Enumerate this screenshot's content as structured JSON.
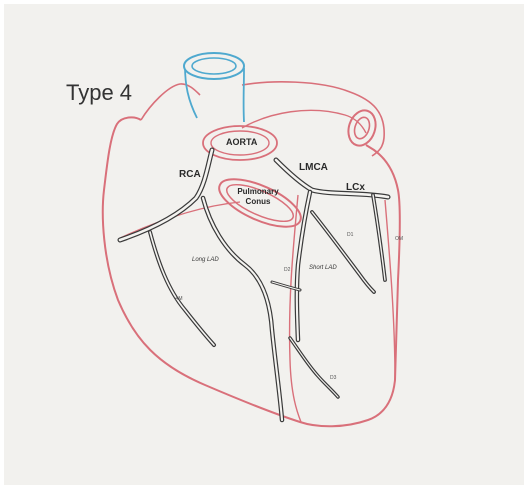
{
  "diagram": {
    "title": "Type 4",
    "labels": {
      "aorta": "AORTA",
      "rca": "RCA",
      "lmca": "LMCA",
      "lcx": "LCx",
      "pulmonary": "Pulmonary",
      "conus": "Conus",
      "long_lad": "Long LAD",
      "short_lad": "Short LAD",
      "am": "AM",
      "d1": "D1",
      "om": "OM",
      "d2": "D2",
      "d3": "D3"
    },
    "colors": {
      "paper": "#f2f1ee",
      "heart_outline": "#d9707a",
      "aorta_blue": "#4fa9cf",
      "vessel_dark": "#3a3a3a",
      "vessel_fill": "#f4f3f0"
    }
  }
}
